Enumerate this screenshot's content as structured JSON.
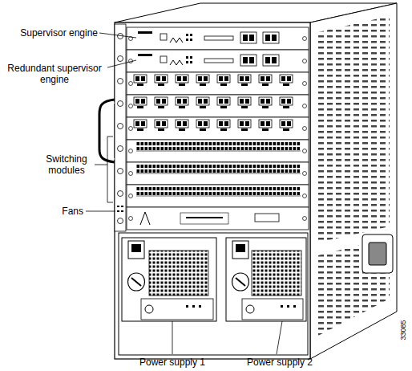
{
  "diagram": {
    "labels": [
      "Supervisor engine",
      "Redundant supervisor engine",
      "Switching modules",
      "Fans",
      "Power supply 1",
      "Power supply 2",
      "33085"
    ]
  }
}
